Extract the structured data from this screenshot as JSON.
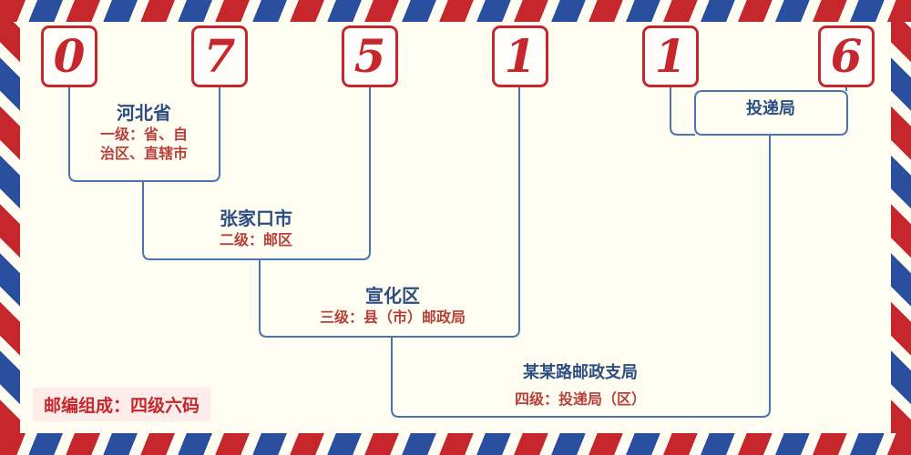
{
  "diagram": {
    "postal_code": {
      "digits": [
        "0",
        "7",
        "5",
        "1",
        "1",
        "6"
      ]
    },
    "levels": {
      "level1": {
        "place": "河北省",
        "desc_line1": "一级：省、自",
        "desc_line2": "治区、直辖市"
      },
      "level2": {
        "place": "张家口市",
        "desc": "二级：邮区"
      },
      "level3": {
        "place": "宣化区",
        "desc": "三级：县（市）邮政局"
      },
      "level4": {
        "place": "某某路邮政支局",
        "desc": "四级：投递局（区）"
      },
      "delivery": {
        "place": "投递局"
      }
    },
    "note": "邮编组成：四级六码"
  },
  "colors": {
    "digit_red": "#c5272d",
    "stripe_red": "#c5272d",
    "stripe_blue": "#2a4f9e",
    "line_blue": "#4a75b0",
    "place_navy": "#2c4e80",
    "desc_red": "#b5413a",
    "background": "#fffdf2"
  }
}
